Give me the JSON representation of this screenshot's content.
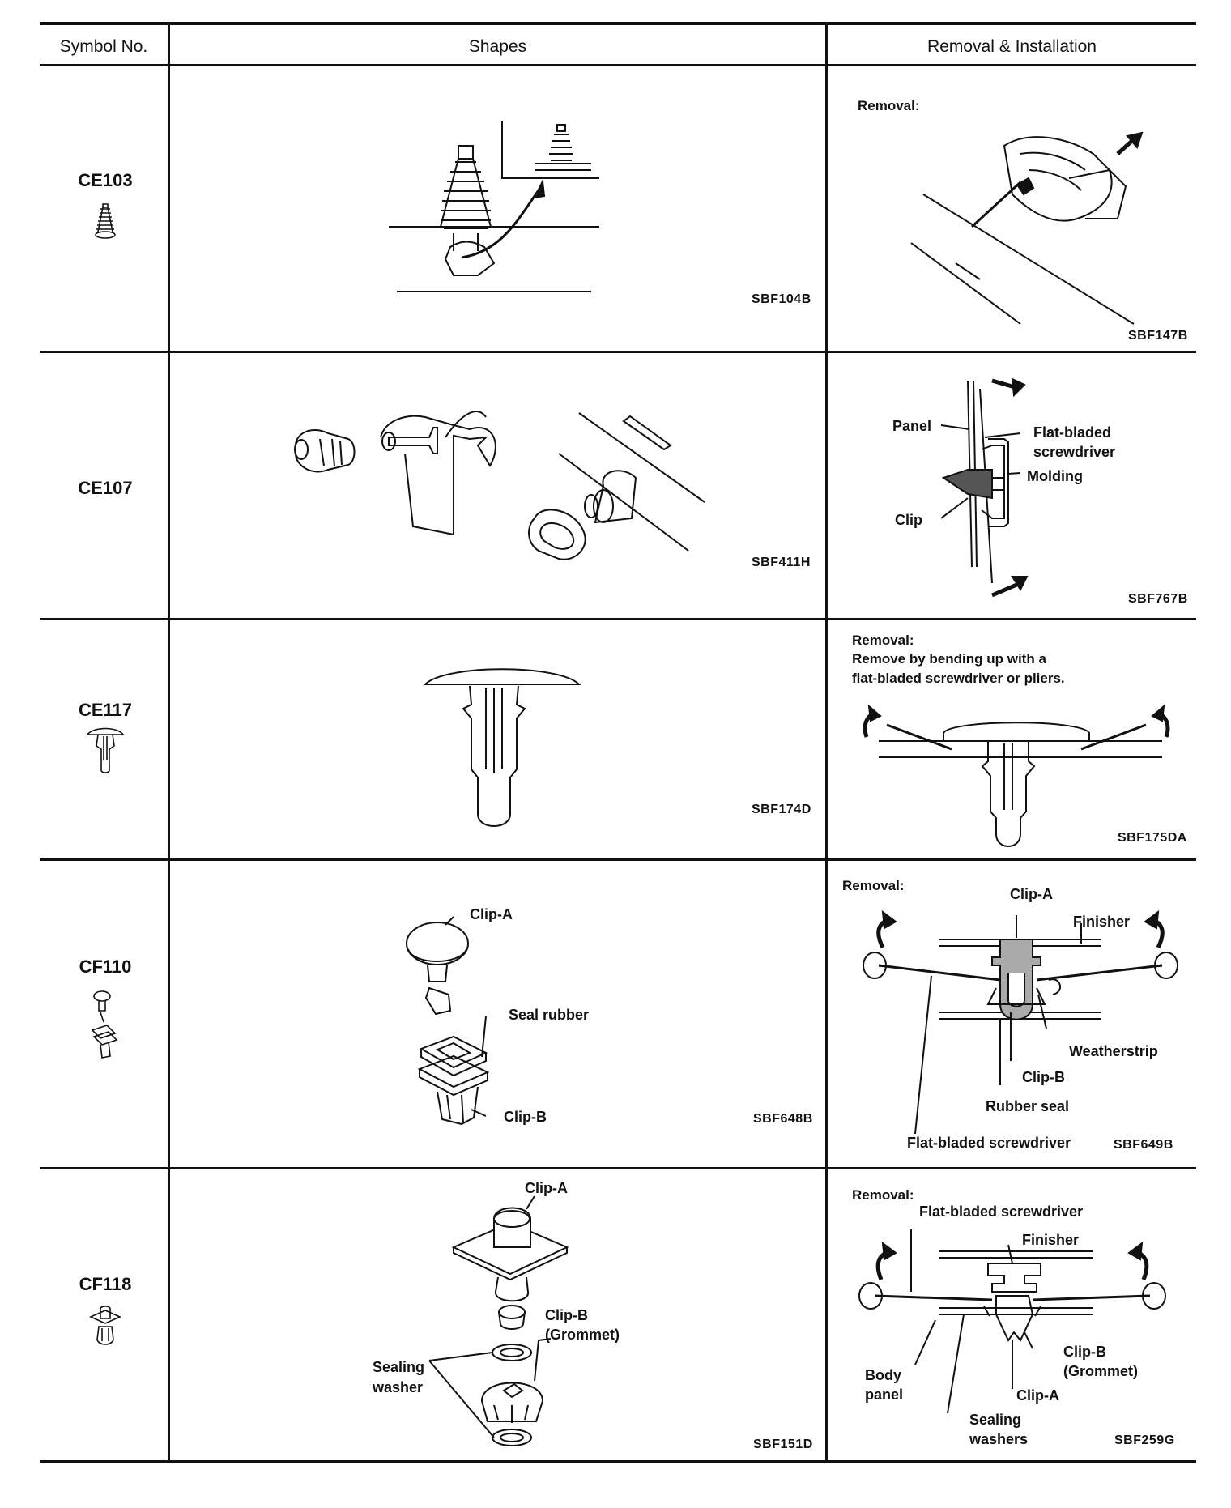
{
  "table": {
    "headers": {
      "symbol": "Symbol No.",
      "shapes": "Shapes",
      "removal": "Removal & Installation"
    },
    "rows": [
      {
        "symbol": "CE103",
        "shape_code": "SBF104B",
        "removal": {
          "heading": "Removal:",
          "code": "SBF147B"
        }
      },
      {
        "symbol": "CE107",
        "shape_code": "SBF411H",
        "removal": {
          "code": "SBF767B",
          "labels": {
            "panel": "Panel",
            "screwdriver_1": "Flat-bladed",
            "screwdriver_2": "screwdriver",
            "molding": "Molding",
            "clip": "Clip"
          }
        }
      },
      {
        "symbol": "CE117",
        "shape_code": "SBF174D",
        "removal": {
          "heading": "Removal:",
          "text_1": "Remove by bending up with a",
          "text_2": "flat-bladed screwdriver or pliers.",
          "code": "SBF175DA"
        }
      },
      {
        "symbol": "CF110",
        "shape_code": "SBF648B",
        "shape_labels": {
          "clip_a": "Clip-A",
          "seal_rubber": "Seal rubber",
          "clip_b": "Clip-B"
        },
        "removal": {
          "heading": "Removal:",
          "code": "SBF649B",
          "labels": {
            "clip_a": "Clip-A",
            "finisher": "Finisher",
            "weatherstrip": "Weatherstrip",
            "clip_b": "Clip-B",
            "rubber_seal": "Rubber seal",
            "screwdriver": "Flat-bladed screwdriver"
          }
        }
      },
      {
        "symbol": "CF118",
        "shape_code": "SBF151D",
        "shape_labels": {
          "clip_a": "Clip-A",
          "clip_b": "Clip-B",
          "grommet": "(Grommet)",
          "sealing": "Sealing",
          "washer": "washer"
        },
        "removal": {
          "heading": "Removal:",
          "code": "SBF259G",
          "labels": {
            "screwdriver": "Flat-bladed screwdriver",
            "finisher": "Finisher",
            "clip_b": "Clip-B",
            "grommet": "(Grommet)",
            "body": "Body",
            "panel": "panel",
            "clip_a": "Clip-A",
            "sealing": "Sealing",
            "washers": "washers"
          }
        }
      }
    ]
  }
}
